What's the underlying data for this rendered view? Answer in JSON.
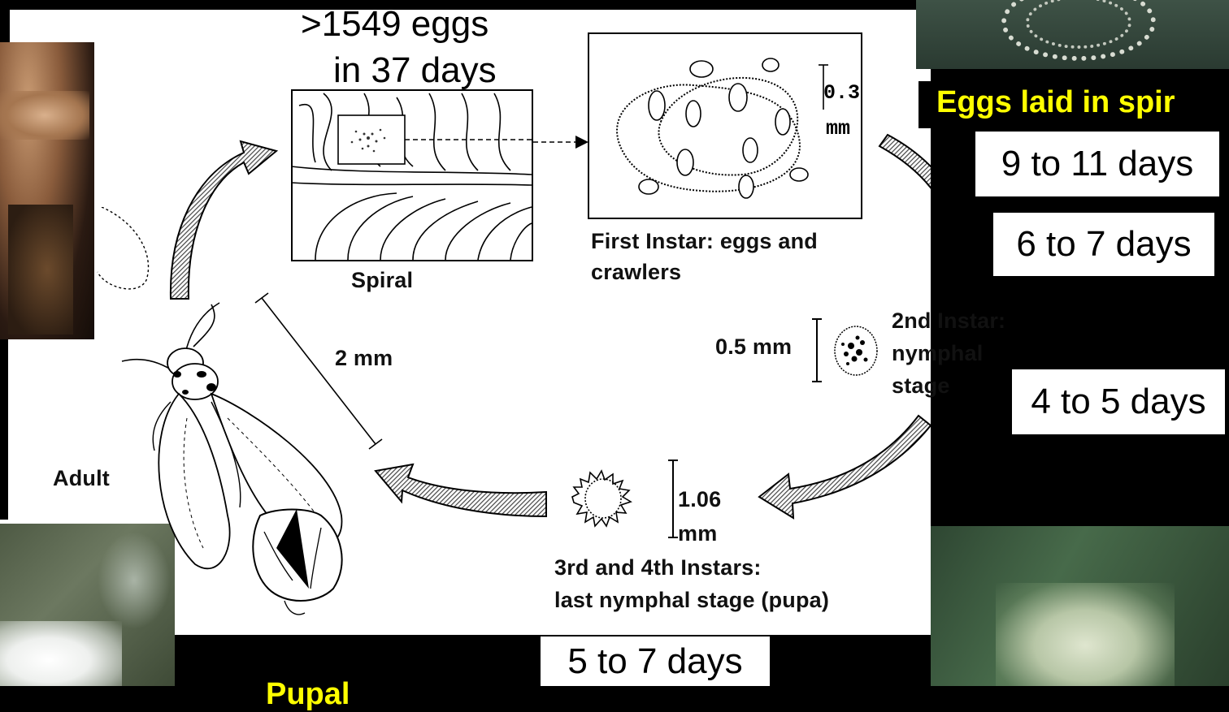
{
  "cycle": {
    "eggs_line1": ">1549 eggs",
    "eggs_line2": "in 37 days",
    "spiral_label": "Spiral",
    "first_instar_line1": "First Instar: eggs and",
    "first_instar_line2": "crawlers",
    "first_instar_scale_value": "0.3",
    "first_instar_scale_unit": "mm",
    "second_instar_line1": "2nd Instar:",
    "second_instar_line2": "nymphal",
    "second_instar_line3": "stage",
    "second_instar_scale": "0.5 mm",
    "third_fourth_line1": "3rd and 4th Instars:",
    "third_fourth_line2": "last nymphal stage (pupa)",
    "third_fourth_scale_value": "1.06",
    "third_fourth_scale_unit": "mm",
    "adult_label": "Adult",
    "adult_scale": "2 mm"
  },
  "durations": {
    "d1": "9 to 11 days",
    "d2": "6 to 7 days",
    "d3": "4 to 5 days",
    "d4": "5 to 7 days"
  },
  "captions": {
    "eggs_spiral": "Eggs laid in spir",
    "bottom_partial": "Pupal"
  },
  "colors": {
    "caption_yellow": "#ffff00",
    "background": "#000000",
    "panel": "#ffffff"
  }
}
